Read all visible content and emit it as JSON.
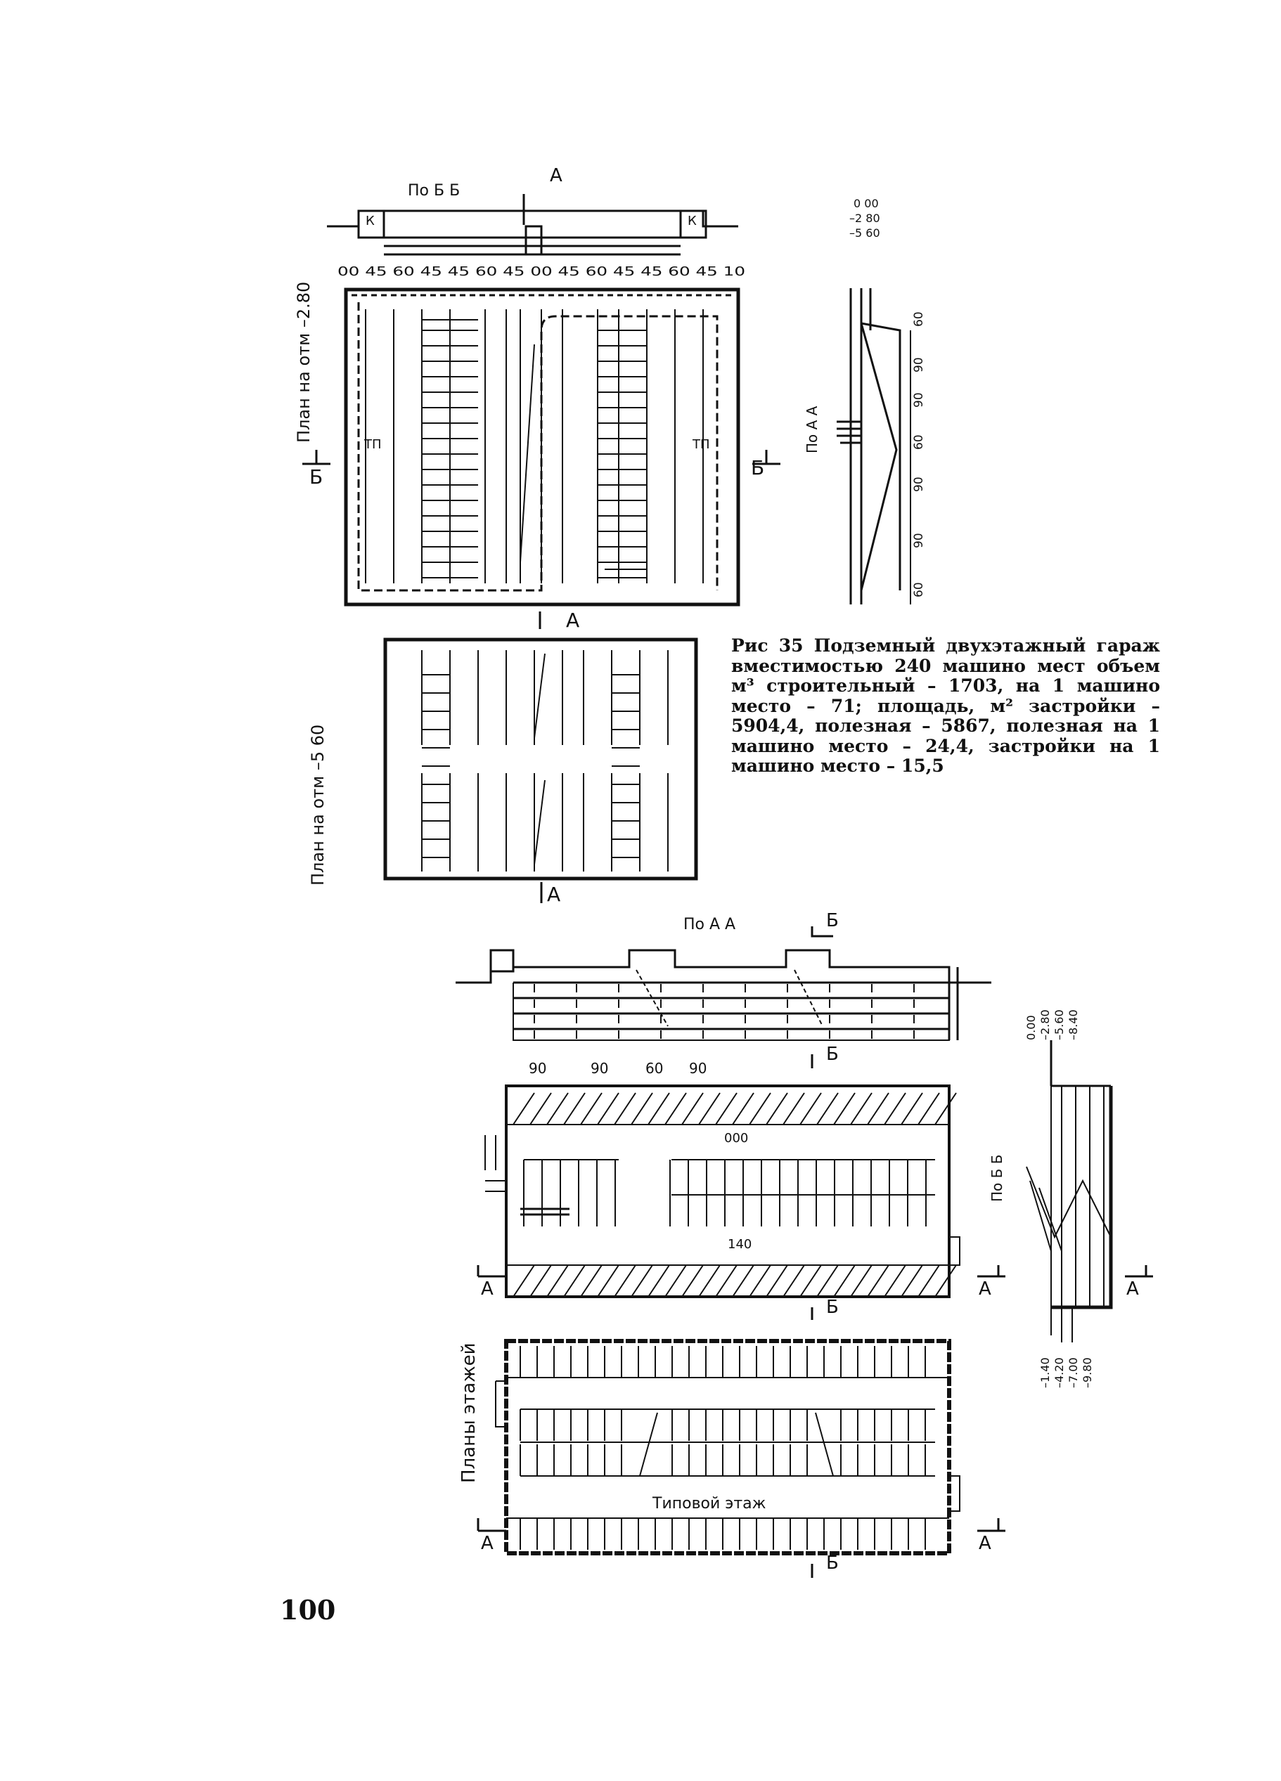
{
  "page_number": "100",
  "caption": "Рис 35 Подземный двухэтажный гараж вместимостью 240 машино мест объем м³ строительный – 1703, на 1 машино место – 71; площадь, м² застройки – 5904,4, полезная – 5867, полезная на 1 машино место – 24,4, застройки на 1 машино место – 15,5",
  "fig1": {
    "section_bb_title": "По Б Б",
    "mark_a_top": "А",
    "levels": [
      "0 00",
      "–2 80",
      "–5 60"
    ],
    "dims_top": "00 45 60 45 45 60 45 00 45 60 45 45 60 45 10",
    "plan1_label": "План на отм –2.80",
    "plan2_label": "План на отм –5 60",
    "tp_label": "ТП",
    "k_label": "К",
    "b_mark": "Б",
    "a_mark_bottom": "А",
    "section_aa_title": "По А А",
    "section_aa_dims": [
      "60",
      "90",
      "90",
      "60",
      "90",
      "90",
      "60"
    ]
  },
  "fig2": {
    "section_aa_title": "По А А",
    "b_mark": "Б",
    "a_mark": "А",
    "dims_top": [
      "90",
      "90",
      "60",
      "90"
    ],
    "level_000": "000",
    "level_140": "140",
    "floors_label": "Планы этажей",
    "typical_floor_label": "Типовой этаж",
    "section_bb_title": "По Б Б",
    "levels_top": [
      "0.00",
      "–2.80",
      "–5.60",
      "–8.40"
    ],
    "levels_bottom": [
      "–1.40",
      "–4.20",
      "–7.00",
      "–9.80"
    ]
  }
}
